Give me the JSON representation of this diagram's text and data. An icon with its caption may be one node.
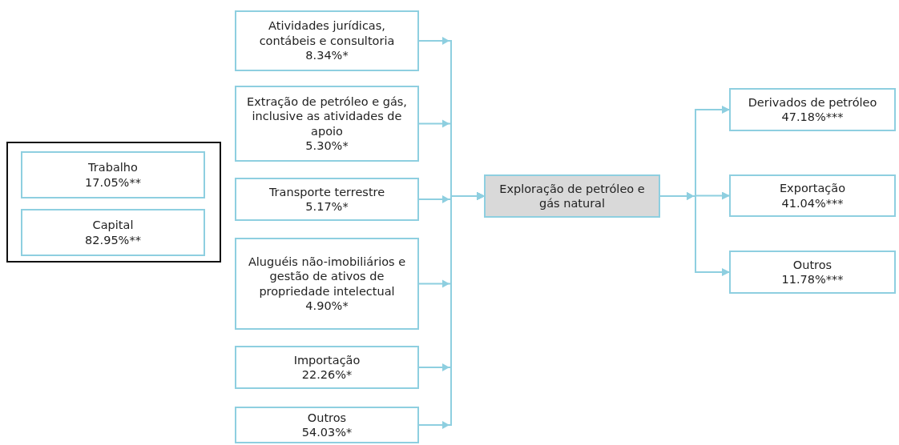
{
  "diagram": {
    "nodes": [
      {
        "text": [],
        "shape": "box"
      },
      {
        "text": [
          "Trabalho",
          "17.05%**"
        ],
        "in": 0
      },
      {
        "text": [
          "Capital",
          "82.95%**"
        ],
        "in": 0
      },
      {
        "text": [
          "Atividades jurídicas, contábeis e consultoria",
          "8.34%*"
        ]
      },
      {
        "text": [
          "Extração de petróleo e gás, inclusive as atividades de apoio",
          "5.30%*"
        ]
      },
      {
        "text": [
          "Transporte terrestre",
          "5.17%*"
        ]
      },
      {
        "text": [
          "Aluguéis não-imobiliários e gestão de ativos de propriedade intelectual",
          "4.90%*"
        ]
      },
      {
        "text": [
          "Importação",
          "22.26%*"
        ]
      },
      {
        "text": [
          "Outros",
          "54.03%*"
        ]
      },
      {
        "text": [
          "Exploração de petróleo e gás natural"
        ]
      },
      {
        "text": [
          "Derivados de petróleo",
          "47.18%***"
        ]
      },
      {
        "text": [
          "Exportação",
          "41.04%***"
        ]
      },
      {
        "text": [
          "Outros",
          "11.78%***"
        ]
      }
    ],
    "edges": [
      {
        "from": 3,
        "to": 9,
        "arrow": "to"
      },
      {
        "from": 4,
        "to": 9,
        "arrow": "to"
      },
      {
        "from": 5,
        "to": 9,
        "arrow": "to"
      },
      {
        "from": 6,
        "to": 9,
        "arrow": "to"
      },
      {
        "from": 7,
        "to": 9,
        "arrow": "to"
      },
      {
        "from": 8,
        "to": 9,
        "arrow": "to"
      },
      {
        "from": 9,
        "to": 10,
        "arrow": "to"
      },
      {
        "from": 9,
        "to": 11,
        "arrow": "to"
      },
      {
        "from": 9,
        "to": 12,
        "arrow": "to"
      }
    ]
  }
}
